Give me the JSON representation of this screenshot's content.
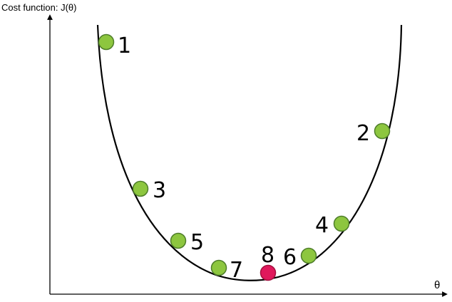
{
  "diagram": {
    "y_axis_label": "Cost function: J(θ)",
    "x_axis_label": "θ",
    "curve_color": "#000000",
    "point_color": "#8dc63f",
    "point_stroke": "#4e7d2a",
    "highlight_color": "#e0185c",
    "highlight_stroke": "#a30f3f",
    "steps": [
      {
        "label": "1",
        "highlight": false
      },
      {
        "label": "2",
        "highlight": false
      },
      {
        "label": "3",
        "highlight": false
      },
      {
        "label": "4",
        "highlight": false
      },
      {
        "label": "5",
        "highlight": false
      },
      {
        "label": "6",
        "highlight": false
      },
      {
        "label": "7",
        "highlight": false
      },
      {
        "label": "8",
        "highlight": true
      }
    ]
  }
}
